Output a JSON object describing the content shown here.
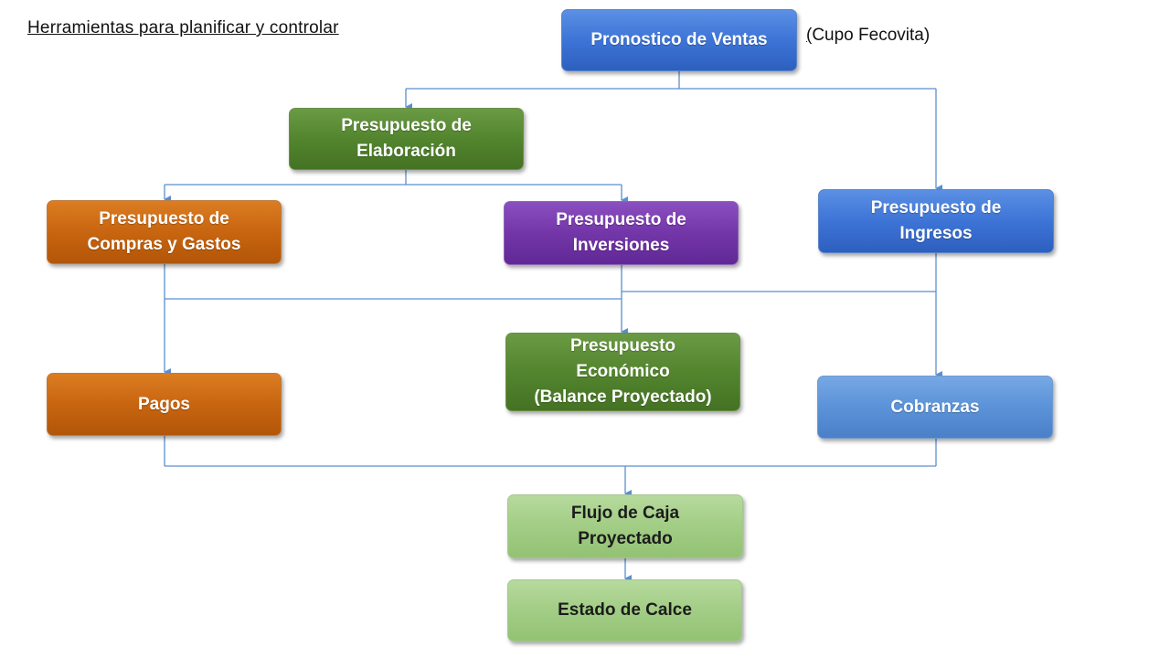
{
  "header": {
    "title": "Herramientas para planificar y controlar",
    "note_first": "(",
    "note_rest": "Cupo Fecovita)"
  },
  "boxes": {
    "pronostico": "Pronostico de Ventas",
    "elaboracion": "Presupuesto de\nElaboración",
    "compras": "Presupuesto de\nCompras y Gastos",
    "inversiones": "Presupuesto de\nInversiones",
    "ingresos": "Presupuesto de\nIngresos",
    "pagos": "Pagos",
    "economico": "Presupuesto\nEconómico\n(Balance Proyectado)",
    "cobranzas": "Cobranzas",
    "flujo": "Flujo de Caja\nProyectado",
    "calce": "Estado de Calce"
  },
  "colors": {
    "connector": "#5b8fd0",
    "blue": "#3d74d6",
    "green": "#53852e",
    "orange": "#c86510",
    "purple": "#7336a8",
    "light_blue": "#5b92d8",
    "pale_green": "#a2cd85"
  }
}
